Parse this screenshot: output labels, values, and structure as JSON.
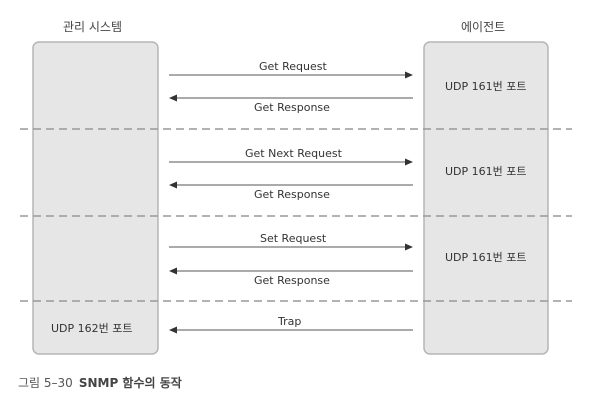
{
  "manager": {
    "title": "관리 시스템",
    "port_label": "UDP 162번 포트"
  },
  "agent": {
    "title": "에이전트",
    "port_label": "UDP 161번 포트"
  },
  "messages": [
    {
      "label": "Get Request",
      "direction": "right"
    },
    {
      "label": "Get Response",
      "direction": "left"
    },
    {
      "label": "Get Next Request",
      "direction": "right"
    },
    {
      "label": "Get Response",
      "direction": "left"
    },
    {
      "label": "Set Request",
      "direction": "right"
    },
    {
      "label": "Get Response",
      "direction": "left"
    },
    {
      "label": "Trap",
      "direction": "left"
    }
  ],
  "caption": {
    "figure_number": "그림 5–30",
    "title": "SNMP 함수의 동작"
  },
  "colors": {
    "box_fill": "#e6e6e6",
    "box_stroke": "#b5b5b5",
    "line": "#555555",
    "divider": "#999999"
  }
}
